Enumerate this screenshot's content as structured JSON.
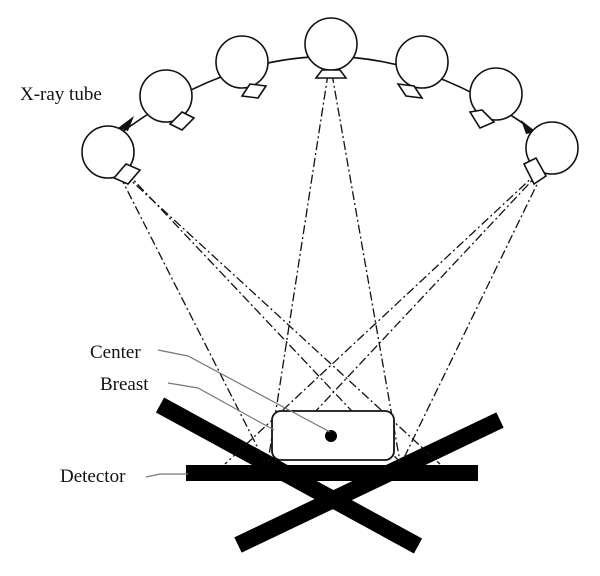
{
  "labels": {
    "xray_tube": "X-ray tube",
    "center": "Center",
    "breast": "Breast",
    "detector": "Detector"
  },
  "colors": {
    "ink": "#111111",
    "leader": "#777777",
    "background": "#ffffff"
  }
}
